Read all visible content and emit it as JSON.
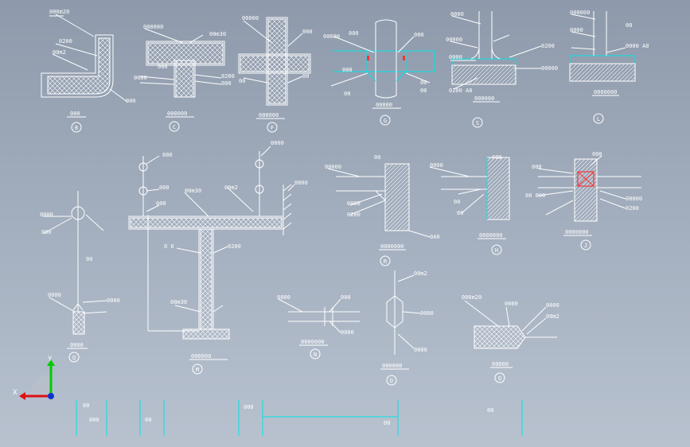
{
  "canvas": {
    "background_top": "#8e9aab",
    "background_bottom": "#b8c2cf",
    "line_color": "#ffffff",
    "accent_cyan": "#00e5e5",
    "accent_red": "#ff3333"
  },
  "details": [
    {
      "id": "B",
      "labels": [
        "000m20",
        "0200",
        "00m2",
        "000"
      ],
      "caption": "000"
    },
    {
      "id": "C",
      "labels": [
        "000000",
        "00m30",
        "000",
        "0000",
        "0200",
        "000"
      ],
      "caption": "000000"
    },
    {
      "id": "F",
      "labels": [
        "00000",
        "000",
        "00",
        "00"
      ],
      "caption": "000000"
    },
    {
      "id": "G",
      "labels": [
        "00000",
        "000",
        "000",
        "000",
        "00",
        "00",
        "00"
      ],
      "caption": "00000"
    },
    {
      "id": "S",
      "labels": [
        "0000",
        "00000",
        "0000",
        "0200",
        "00000",
        "0200 A0"
      ],
      "caption": "000000"
    },
    {
      "id": "L",
      "labels": [
        "000000",
        "0000",
        "00",
        "0000 A0"
      ],
      "caption": "0000000"
    },
    {
      "id": "Q",
      "labels": [
        "0000",
        "000",
        "00",
        "0000",
        "0000"
      ],
      "caption": "0000"
    },
    {
      "id": "M",
      "labels": [
        "000",
        "000",
        "000",
        "0000",
        "00m30",
        "00m2",
        "0200",
        "0 0",
        "0000",
        "00m30"
      ],
      "caption": "000000"
    },
    {
      "id": "R",
      "labels": [
        "00000",
        "00",
        "0000",
        "0200",
        "0A0"
      ],
      "caption": "0000000"
    },
    {
      "id": "H",
      "labels": [
        "0000",
        "000",
        "00",
        "00"
      ],
      "caption": "0000000"
    },
    {
      "id": "J",
      "labels": [
        "000",
        "00 000",
        "000",
        "00000",
        "0200"
      ],
      "caption": "0000000"
    },
    {
      "id": "N",
      "labels": [
        "0000",
        "000",
        "0000"
      ],
      "caption": "0000000"
    },
    {
      "id": "D",
      "labels": [
        "00m2",
        "0000",
        "0000"
      ],
      "caption": "000000"
    },
    {
      "id": "O",
      "labels": [
        "000m20",
        "0000",
        "0000",
        "00m2"
      ],
      "caption": "00000"
    }
  ],
  "axis": {
    "x_label": "X",
    "y_label": "Y"
  },
  "title_block": {
    "cells": [
      "00",
      "000",
      "00",
      "000",
      "00",
      "00"
    ]
  }
}
